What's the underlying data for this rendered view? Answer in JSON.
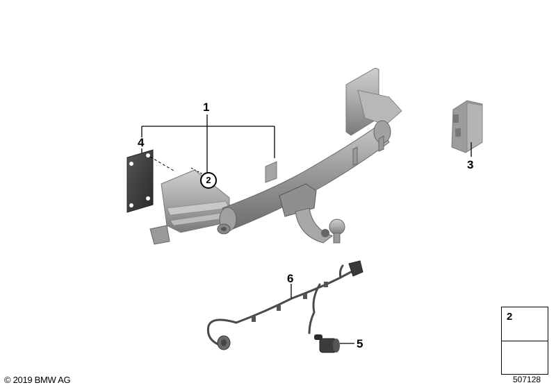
{
  "diagram": {
    "title": "Trailer hitch assembly parts diagram",
    "callouts": [
      {
        "id": "1",
        "label": "1",
        "part": "trailer-tow-hitch"
      },
      {
        "id": "2",
        "label": "2",
        "part": "collar-nut",
        "circled": true
      },
      {
        "id": "3",
        "label": "3",
        "part": "control-unit"
      },
      {
        "id": "4",
        "label": "4",
        "part": "gasket-plate"
      },
      {
        "id": "5",
        "label": "5",
        "part": "socket"
      },
      {
        "id": "6",
        "label": "6",
        "part": "wiring-harness"
      }
    ],
    "legend": {
      "item_number": "2",
      "item_icon": "collar-nut-icon",
      "direction_icon": "arrow-icon"
    }
  },
  "footer": {
    "copyright": "© 2019 BMW AG",
    "reference_id": "507128"
  }
}
